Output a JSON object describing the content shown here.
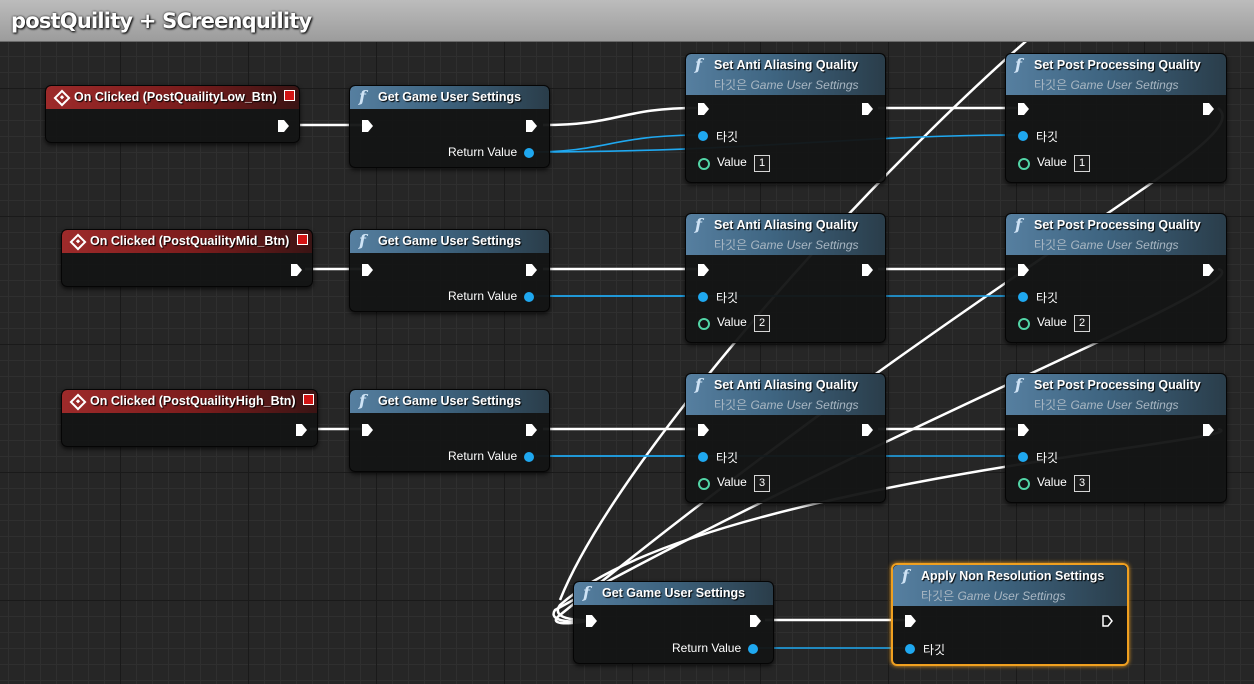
{
  "comment": {
    "title": "postQuility + SCreenquility"
  },
  "labels": {
    "target_korean": "타깃",
    "target_is": "타깃은",
    "game_user_settings": "Game User Settings",
    "return_value": "Return Value",
    "value": "Value"
  },
  "nodes": {
    "event_low": {
      "title": "On Clicked (PostQuailityLow_Btn)"
    },
    "event_mid": {
      "title": "On Clicked (PostQuailityMid_Btn)"
    },
    "event_high": {
      "title": "On Clicked (PostQuailityHigh_Btn)"
    },
    "get_low": {
      "title": "Get Game User Settings"
    },
    "get_mid": {
      "title": "Get Game User Settings"
    },
    "get_high": {
      "title": "Get Game User Settings"
    },
    "get_apply": {
      "title": "Get Game User Settings"
    },
    "aa_low": {
      "title": "Set Anti Aliasing Quality",
      "value": "1"
    },
    "aa_mid": {
      "title": "Set Anti Aliasing Quality",
      "value": "2"
    },
    "aa_high": {
      "title": "Set Anti Aliasing Quality",
      "value": "3"
    },
    "pp_low": {
      "title": "Set Post Processing Quality",
      "value": "1"
    },
    "pp_mid": {
      "title": "Set Post Processing Quality",
      "value": "2"
    },
    "pp_high": {
      "title": "Set Post Processing Quality",
      "value": "3"
    },
    "apply": {
      "title": "Apply Non Resolution Settings"
    }
  },
  "colors": {
    "exec_wire": "#ffffff",
    "object_wire": "#1fa8f0",
    "function_header": "#3e6480",
    "event_header": "#8a1f1f",
    "selection": "#f0a020"
  }
}
